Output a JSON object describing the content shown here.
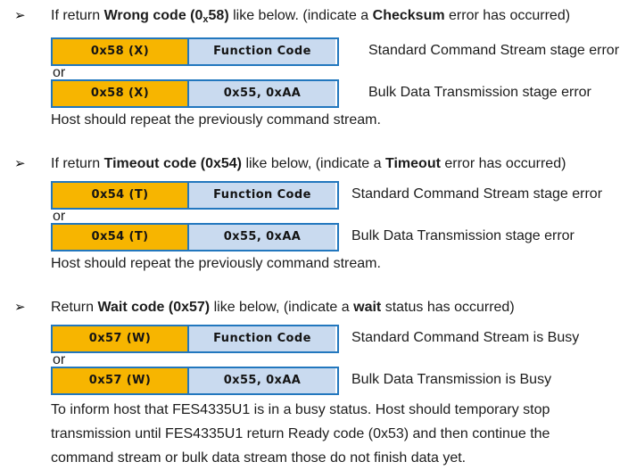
{
  "bullet_glyph": "➢",
  "colors": {
    "code_cell_orange": "#F7B500",
    "param_cell_blue": "#C9DAEF",
    "table_border_blue": "#2277BE",
    "text": "#1c1c1c"
  },
  "sections": [
    {
      "heading": {
        "pre": "If return ",
        "bold1a": "Wrong code (0",
        "sub_x": "x",
        "bold1b": "58)",
        "mid": " like below. (indicate a ",
        "bold2": "Checksum",
        "post": " error has occurred)"
      },
      "rows": [
        {
          "code": "0x58 (X)",
          "param": "Function Code",
          "caption": "Standard Command Stream stage error"
        },
        {
          "code": "0x58 (X)",
          "param": "0x55, 0xAA",
          "caption": "Bulk Data Transmission stage error"
        }
      ],
      "or_label": "or",
      "footer": "Host should repeat the previously command stream."
    },
    {
      "heading": {
        "pre": "If return ",
        "bold1": "Timeout code (0x54)",
        "mid": " like below, (indicate a ",
        "bold2": "Timeout",
        "post": " error has occurred)"
      },
      "rows": [
        {
          "code": "0x54 (T)",
          "param": "Function Code",
          "caption": "Standard Command Stream stage error"
        },
        {
          "code": "0x54 (T)",
          "param": "0x55, 0xAA",
          "caption": "Bulk Data Transmission stage error"
        }
      ],
      "or_label": "or",
      "footer": "Host should repeat the previously command stream."
    },
    {
      "heading": {
        "pre": "Return ",
        "bold1": "Wait code (0x57)",
        "mid": " like below, (indicate a ",
        "bold2": "wait",
        "post": " status has occurred)"
      },
      "rows": [
        {
          "code": "0x57 (W)",
          "param": "Function Code",
          "caption": "Standard Command Stream is Busy"
        },
        {
          "code": "0x57 (W)",
          "param": "0x55, 0xAA",
          "caption": "Bulk Data Transmission is Busy"
        }
      ],
      "or_label": "or",
      "footer": "To inform host that FES4335U1 is in a busy status. Host should temporary stop transmission until FES4335U1 return Ready code (0x53) and then continue the command stream or bulk data stream those do not finish data yet."
    }
  ]
}
